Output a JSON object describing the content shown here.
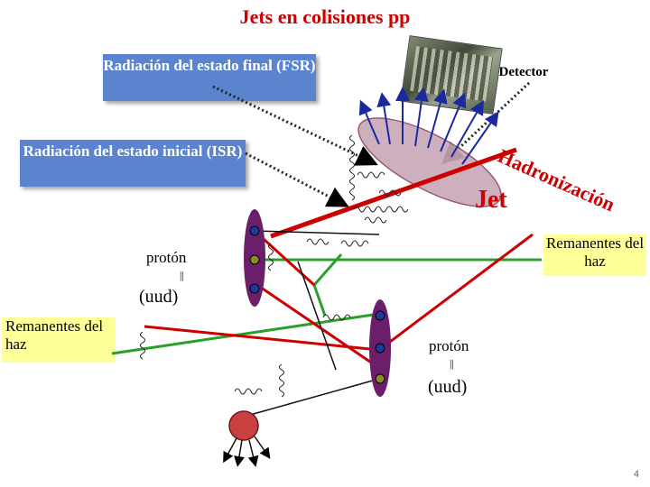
{
  "title": "Jets en colisiones pp",
  "labels": {
    "fsr": "Radiación del estado final (FSR)",
    "isr": "Radiación del estado inicial (ISR)",
    "detector": "Detector",
    "hadronizacion": "Hadronización",
    "jet": "Jet",
    "remanentes_right": "Remanentes del haz",
    "remanentes_left": "Remanentes del haz",
    "proton_upper": "protón",
    "equals_upper": "||",
    "uud_upper": "(uud)",
    "proton_lower": "protón",
    "equals_lower": "||",
    "uud_lower": "(uud)",
    "page_number": "4"
  },
  "colors": {
    "title": "#cc0000",
    "box_blue": "#5b84cf",
    "box_yellow": "#ffff99",
    "jet_red": "#cc0000",
    "proton_purple": "#6b1f6b",
    "beam_red": "#cc0000",
    "beam_green": "#2aa02a",
    "quark_blue": "#1a3a9e",
    "quark_olive": "#8a8a2a",
    "hadron_ellipse": "#c9a7b8",
    "arrow_blue": "#1a2a9e"
  }
}
